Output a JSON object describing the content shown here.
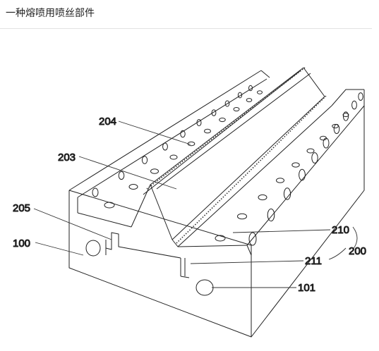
{
  "header": {
    "title": "一种熔喷用喷丝部件"
  },
  "labels": {
    "l100": "100",
    "l101": "101",
    "l200": "200",
    "l203": "203",
    "l204": "204",
    "l205": "205",
    "l210": "210",
    "l211": "211"
  }
}
